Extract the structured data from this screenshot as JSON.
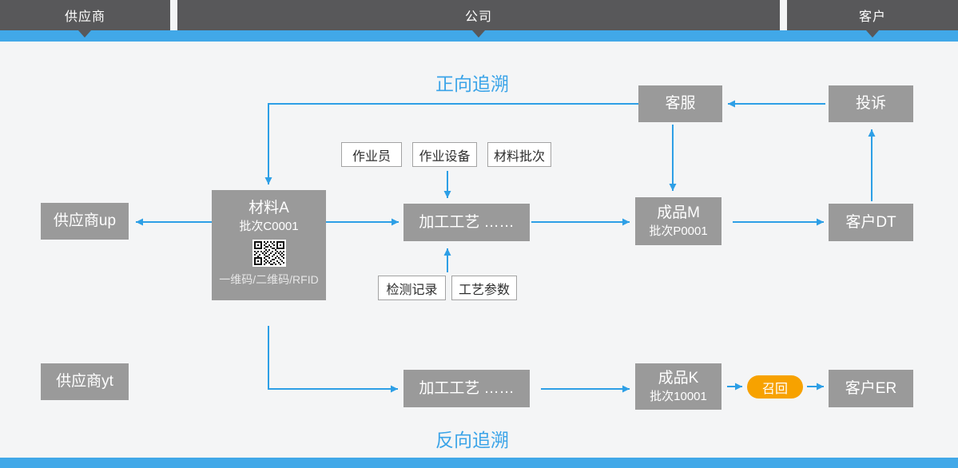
{
  "header": {
    "lanes": [
      {
        "label": "供应商"
      },
      {
        "label": "公司"
      },
      {
        "label": "客户"
      }
    ]
  },
  "titles": {
    "forward": "正向追溯",
    "backward": "反向追溯"
  },
  "nodes": {
    "customer_service": {
      "label": "客服"
    },
    "complaint": {
      "label": "投诉"
    },
    "supplier_up": {
      "label": "供应商up"
    },
    "material_a": {
      "title": "材料A",
      "batch": "批次C0001",
      "caption": "一维码/二维码/RFID"
    },
    "process_top": {
      "label": "加工工艺 ……"
    },
    "product_m": {
      "title": "成品M",
      "batch": "批次P0001"
    },
    "customer_dt": {
      "label": "客户DT"
    },
    "supplier_yt": {
      "label": "供应商yt"
    },
    "process_bottom": {
      "label": "加工工艺 ……"
    },
    "product_k": {
      "title": "成品K",
      "batch": "批次10001"
    },
    "recall": {
      "label": "召回"
    },
    "customer_er": {
      "label": "客户ER"
    }
  },
  "tags": {
    "operator": "作业员",
    "equipment": "作业设备",
    "material_batch": "材料批次",
    "inspection": "检测记录",
    "parameters": "工艺参数"
  },
  "colors": {
    "accent_blue": "#41A8E8",
    "arrow_blue": "#2D9FE6",
    "node_gray": "#9A9A9A",
    "header_gray": "#58585A",
    "recall_orange": "#F7A200",
    "title_blue": "#3BA4E8"
  }
}
